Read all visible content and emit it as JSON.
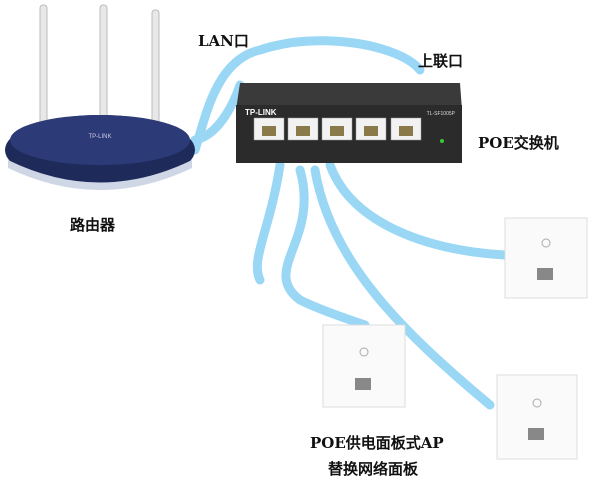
{
  "labels": {
    "lan_port": "LAN口",
    "uplink_port": "上联口",
    "poe_switch": "POE交换机",
    "router": "路由器",
    "ap_line1": "POE供电面板式AP",
    "ap_line2": "替换网络面板"
  },
  "switch": {
    "brand": "TP-LINK",
    "model": "TL-SF1005P"
  },
  "router": {
    "brand": "TP-LINK"
  },
  "colors": {
    "cable": "#8fd3f5",
    "switch_body": "#2b2b2b",
    "router_body": "#1e2a5a"
  }
}
